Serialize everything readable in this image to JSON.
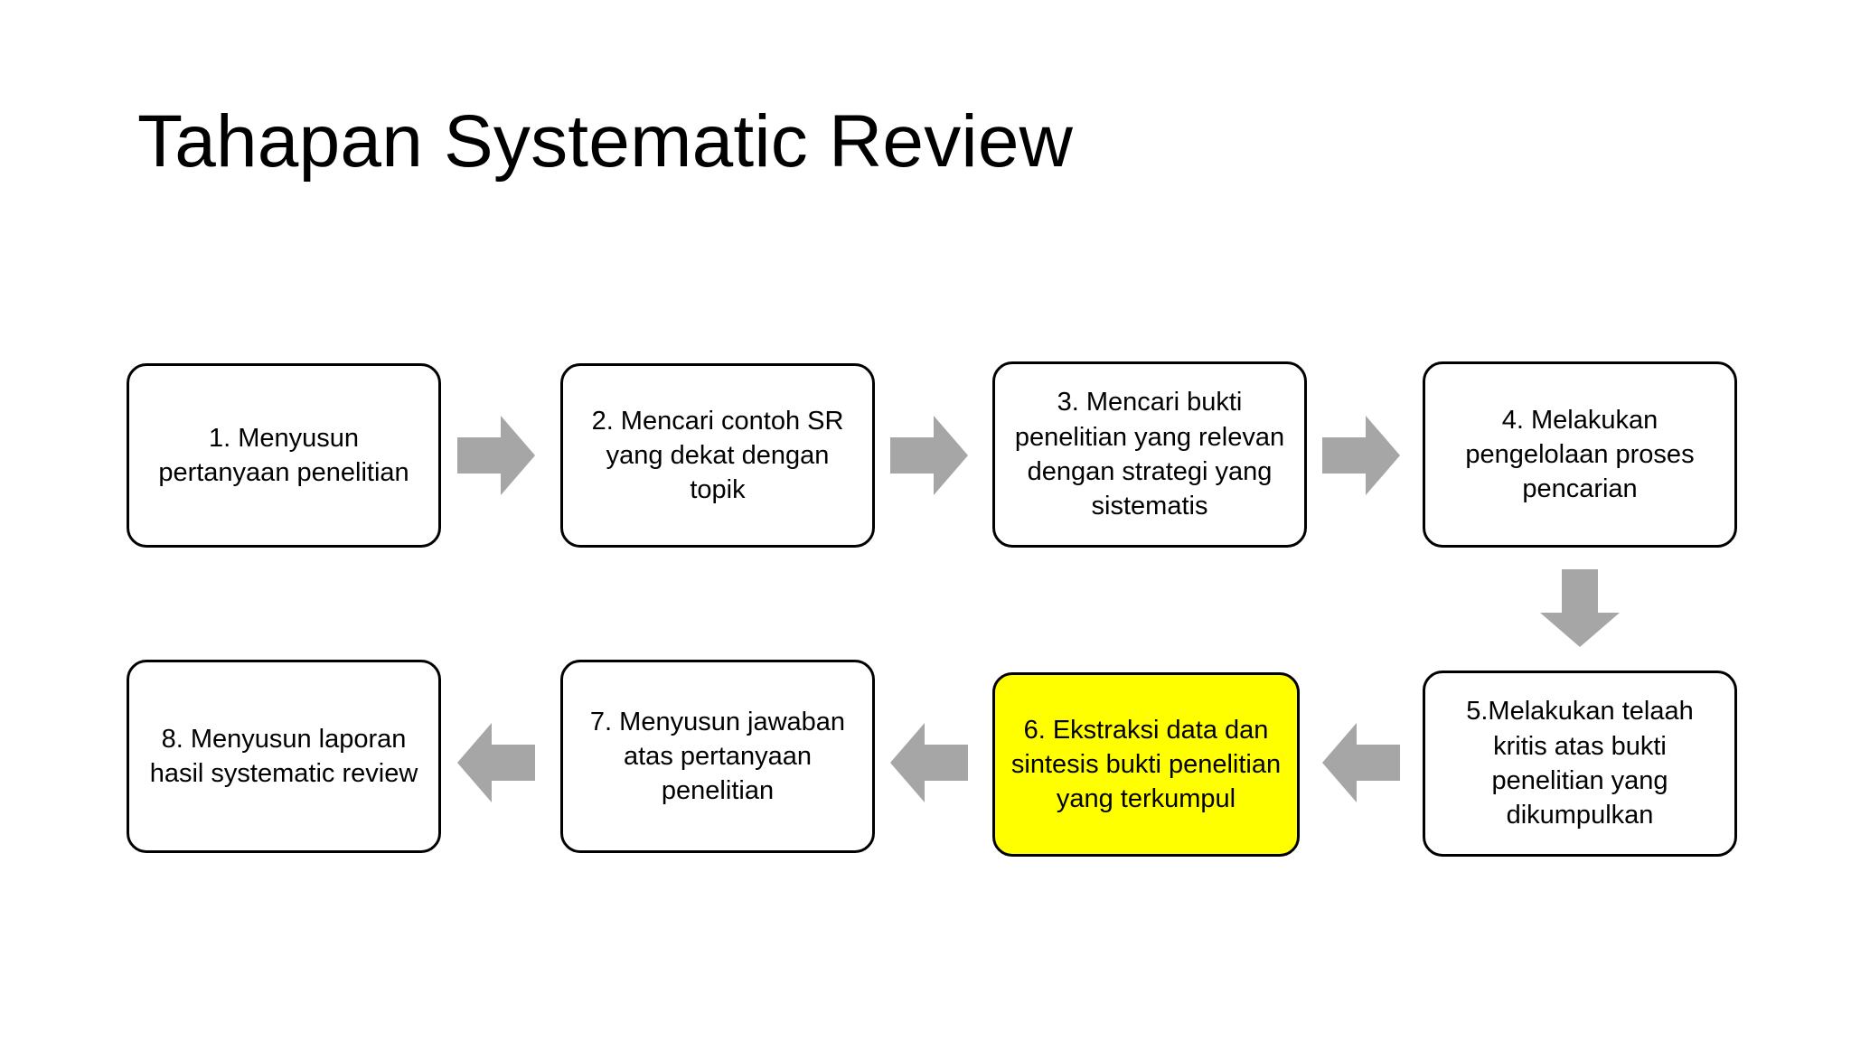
{
  "slide": {
    "title": "Tahapan Systematic Review",
    "background_color": "#FFFFFF"
  },
  "colors": {
    "box_border": "#000000",
    "box_fill": "#FFFFFF",
    "highlight_fill": "#FFFF00",
    "arrow_fill": "#A6A6A6",
    "text": "#000000"
  },
  "steps": [
    {
      "id": 1,
      "label": "1. Menyusun pertanyaan penelitian",
      "row": "top",
      "highlighted": false
    },
    {
      "id": 2,
      "label": "2. Mencari contoh SR yang dekat dengan topik",
      "row": "top",
      "highlighted": false
    },
    {
      "id": 3,
      "label": "3. Mencari bukti penelitian yang relevan dengan strategi yang sistematis",
      "row": "top",
      "highlighted": false
    },
    {
      "id": 4,
      "label": "4. Melakukan pengelolaan proses pencarian",
      "row": "top",
      "highlighted": false
    },
    {
      "id": 5,
      "label": "5.Melakukan telaah kritis atas bukti penelitian yang dikumpulkan",
      "row": "bottom",
      "highlighted": false
    },
    {
      "id": 6,
      "label": "6. Ekstraksi data dan sintesis bukti penelitian yang terkumpul",
      "row": "bottom",
      "highlighted": true
    },
    {
      "id": 7,
      "label": "7. Menyusun jawaban atas pertanyaan penelitian",
      "row": "bottom",
      "highlighted": false
    },
    {
      "id": 8,
      "label": "8. Menyusun laporan hasil systematic review",
      "row": "bottom",
      "highlighted": false
    }
  ],
  "connectors": [
    {
      "name": "arrow-1-to-2",
      "direction": "right",
      "icon": "arrow-right-icon"
    },
    {
      "name": "arrow-2-to-3",
      "direction": "right",
      "icon": "arrow-right-icon"
    },
    {
      "name": "arrow-3-to-4",
      "direction": "right",
      "icon": "arrow-right-icon"
    },
    {
      "name": "arrow-4-to-5",
      "direction": "down",
      "icon": "arrow-down-icon"
    },
    {
      "name": "arrow-5-to-6",
      "direction": "left",
      "icon": "arrow-left-icon"
    },
    {
      "name": "arrow-6-to-7",
      "direction": "left",
      "icon": "arrow-left-icon"
    },
    {
      "name": "arrow-7-to-8",
      "direction": "left",
      "icon": "arrow-left-icon"
    }
  ]
}
